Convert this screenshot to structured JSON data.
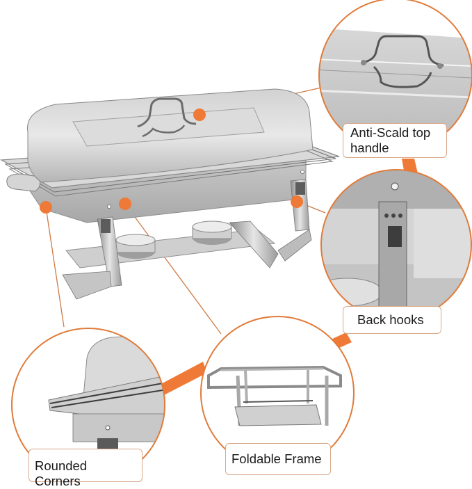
{
  "colors": {
    "accent": "#ef7a37",
    "circle_stroke": "#e07b3a",
    "label_border": "#d9a88a",
    "steel_light": "#e4e4e4",
    "steel_mid": "#bdbdbd",
    "steel_dark": "#7c7c7c",
    "text": "#1a1a1a"
  },
  "product": {
    "name": "chafing-dish"
  },
  "callouts": [
    {
      "id": "handle",
      "label": "Anti-Scald top handle",
      "label_line1": "Anti-Scald top",
      "label_line2": "handle"
    },
    {
      "id": "hooks",
      "label": "Back hooks"
    },
    {
      "id": "corners",
      "label": "Rounded Corners"
    },
    {
      "id": "frame",
      "label": "Foldable Frame"
    }
  ]
}
